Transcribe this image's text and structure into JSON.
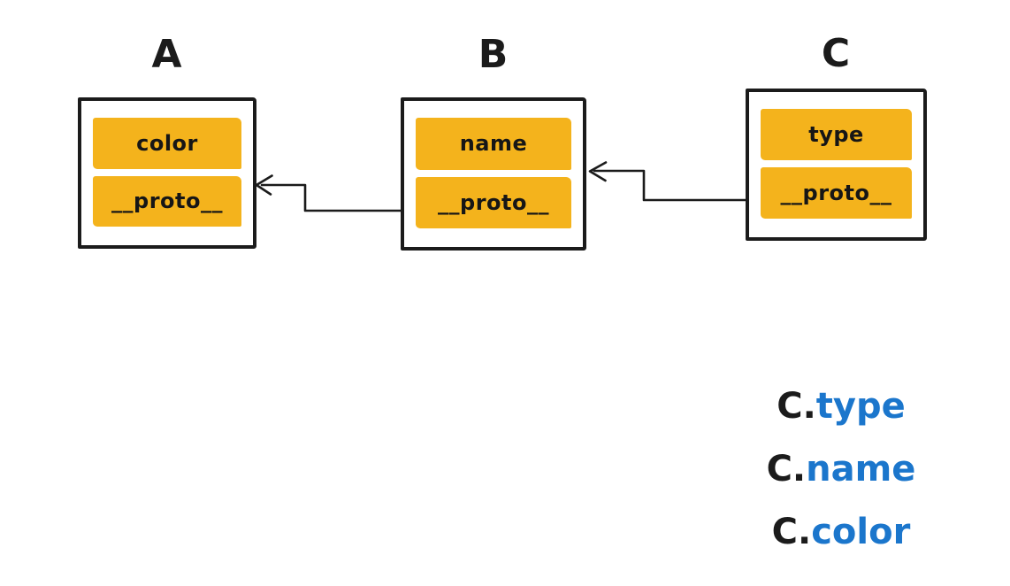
{
  "diagram": {
    "objects": [
      {
        "label": "A",
        "rows": [
          "color",
          "__proto__"
        ]
      },
      {
        "label": "B",
        "rows": [
          "name",
          "__proto__"
        ]
      },
      {
        "label": "C",
        "rows": [
          "type",
          "__proto__"
        ]
      }
    ],
    "arrows": [
      {
        "name": "c-proto-to-b",
        "from": "C.__proto__",
        "to": "B"
      },
      {
        "name": "b-proto-to-a",
        "from": "B.__proto__",
        "to": "A"
      }
    ],
    "lookups": [
      {
        "object": "C.",
        "property": "type"
      },
      {
        "object": "C.",
        "property": "name"
      },
      {
        "object": "C.",
        "property": "color"
      }
    ]
  },
  "colors": {
    "background": "#ffffff",
    "ink": "#1b1b1b",
    "row_fill": "#f4b31c",
    "accent_blue": "#1b76cc"
  }
}
